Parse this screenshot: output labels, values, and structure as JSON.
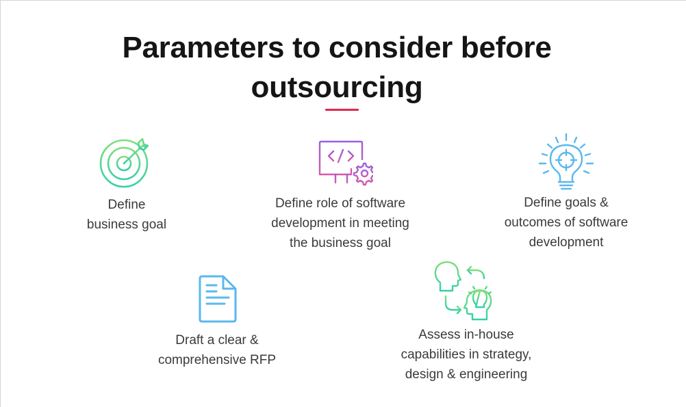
{
  "header": {
    "title_line1": "Parameters to consider before",
    "title_line2": "outsourcing"
  },
  "colors": {
    "accent_underline": "#e0284f",
    "title_text": "#151515",
    "body_text": "#3a3a3a",
    "green_icon": "#3ed7a0",
    "purple_icon": "#a45bd6",
    "blue_icon": "#5ab8ee"
  },
  "items": [
    {
      "icon": "target-icon",
      "label_lines": [
        "Define",
        "business goal"
      ]
    },
    {
      "icon": "monitor-code-gear-icon",
      "label_lines": [
        "Define role of software",
        "development in meeting",
        "the business goal"
      ]
    },
    {
      "icon": "lightbulb-target-icon",
      "label_lines": [
        "Define goals &",
        "outcomes of software",
        "development"
      ]
    },
    {
      "icon": "document-icon",
      "label_lines": [
        "Draft a clear &",
        "comprehensive RFP"
      ]
    },
    {
      "icon": "heads-idea-exchange-icon",
      "label_lines": [
        "Assess in-house",
        "capabilities in strategy,",
        "design & engineering"
      ]
    }
  ]
}
